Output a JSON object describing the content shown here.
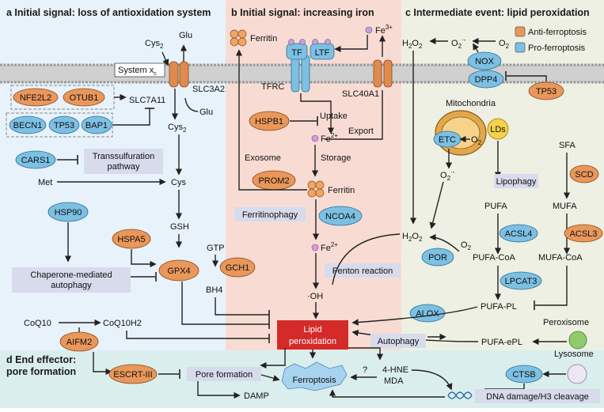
{
  "panels": {
    "a_title": "a Initial signal: loss of antioxidation system",
    "b_title": "b Initial signal: increasing iron",
    "c_title": "c Intermediate event: lipid peroxidation",
    "d_title_line1": "d End effector:",
    "d_title_line2": "pore formation"
  },
  "legend": {
    "anti": "Anti-ferroptosis",
    "pro": "Pro-ferroptosis",
    "anti_color": "#e9975a",
    "pro_color": "#7cc0e3"
  },
  "colors": {
    "panel_a_bg": "#e8f2fb",
    "panel_b_bg": "#f8dcd3",
    "panel_c_bg": "#eef0e4",
    "panel_d_bg": "#dbeeee",
    "membrane": "#b9b9b9",
    "lipid_box": "#d42a2a",
    "process_box": "#d7dbec"
  },
  "panel_a": {
    "cys2_top": "Cys",
    "glu_top": "Glu",
    "system_xc": "System x",
    "system_xc_sub": "c",
    "slc3a2": "SLC3A2",
    "slc7a11": "SLC7A11",
    "glu_bottom": "Glu",
    "cys2_mid": "Cys",
    "nfe2l2": "NFE2L2",
    "otub1": "OTUB1",
    "becn1": "BECN1",
    "tp53": "TP53",
    "bap1": "BAP1",
    "cars1": "CARS1",
    "transsulfuration_1": "Transsulfuration",
    "transsulfuration_2": "pathway",
    "met": "Met",
    "cys": "Cys",
    "gsh": "GSH",
    "hsp90": "HSP90",
    "hspa5": "HSPA5",
    "chaperone_1": "Chaperone-mediated",
    "chaperone_2": "autophagy",
    "gpx4": "GPX4",
    "gtp": "GTP",
    "gch1": "GCH1",
    "bh4": "BH4",
    "coq10": "CoQ10",
    "coq10h2": "CoQ10H2",
    "aifm2": "AIFM2"
  },
  "panel_b": {
    "ferritin_top": "Ferritin",
    "tf": "TF",
    "ltf": "LTF",
    "fe3": "Fe",
    "fe3_sup": "3+",
    "tfrc": "TFRC",
    "slc40a1": "SLC40A1",
    "hspb1": "HSPB1",
    "uptake": "Uptake",
    "export": "Export",
    "fe2_top": "Fe",
    "fe2_sup": "2+",
    "exosome": "Exosome",
    "storage": "Storage",
    "prom2": "PROM2",
    "ferritin_mid": "Ferritin",
    "ferritinophagy": "Ferritinophagy",
    "ncoa4": "NCOA4",
    "fe2_bottom": "Fe",
    "fe2_bottom_sup": "2+",
    "fenton": "Fenton reaction",
    "oh": "·OH",
    "lipid_1": "Lipid",
    "lipid_2": "peroxidation"
  },
  "panel_c": {
    "h2o2_top": "H",
    "o2_radical_top": "O",
    "o2_top": "O",
    "nox": "NOX",
    "dpp4": "DPP4",
    "tp53": "TP53",
    "mitochondria": "Mitochondria",
    "etc": "ETC",
    "o2_etc": "O",
    "o2_radical_mid": "O",
    "lds": "LDs",
    "sfa": "SFA",
    "lipophagy": "Lipophagy",
    "scd": "SCD",
    "pufa": "PUFA",
    "mufa": "MUFA",
    "h2o2_mid": "H",
    "acsl4": "ACSL4",
    "acsl3": "ACSL3",
    "por": "POR",
    "o2_por": "O",
    "pufa_coa": "PUFA-CoA",
    "mufa_coa": "MUFA-CoA",
    "lpcat3": "LPCAT3",
    "alox": "ALOX",
    "pufa_pl": "PUFA-PL",
    "peroxisome": "Peroxisome",
    "autophagy": "Autophagy",
    "pufa_epl": "PUFA-ePL"
  },
  "panel_d": {
    "escrt": "ESCRT-III",
    "pore": "Pore formation",
    "damp": "DAMP",
    "ferroptosis": "Ferroptosis",
    "question": "?",
    "hne": "4-HNE",
    "mda": "MDA",
    "lysosome": "Lysosome",
    "ctsb": "CTSB",
    "dna": "DNA damage/H3 cleavage"
  }
}
